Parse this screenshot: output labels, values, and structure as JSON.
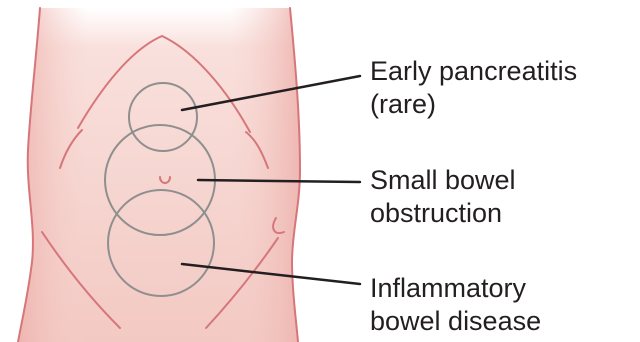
{
  "labels": [
    {
      "line1": "Early pancreatitis",
      "line2": "(rare)"
    },
    {
      "line1": "Small bowel",
      "line2": "obstruction"
    },
    {
      "line1": "Inflammatory",
      "line2": "bowel disease"
    }
  ],
  "colors": {
    "skin_fill": "#f4cdc7",
    "skin_fill_light": "#fbe6e2",
    "skin_outline": "#d6767a",
    "region_circle": "#8f8f8f",
    "leader_line": "#231f20",
    "text": "#231f20"
  }
}
